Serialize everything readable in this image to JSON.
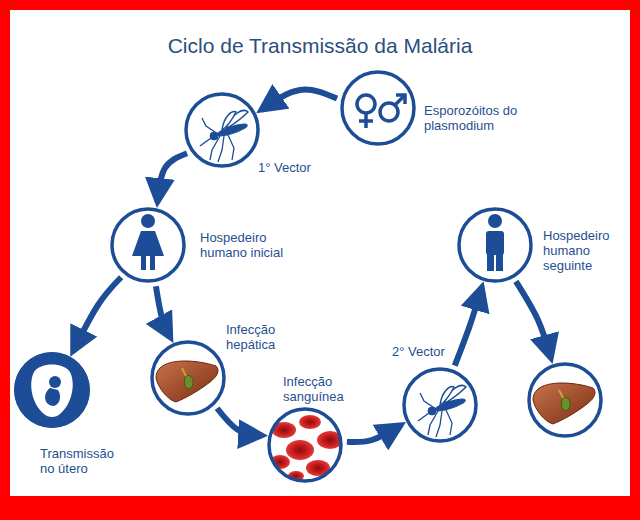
{
  "diagram": {
    "title": "Ciclo de Transmissão da Malária",
    "nodes": [
      {
        "text": [
          "Esporozóitos do plasmodium"
        ]
      },
      {
        "text": [
          "1° Vector"
        ]
      },
      {
        "text": [
          "Hospedeiro humano inicial"
        ]
      },
      {
        "text": [
          "Transmissão no útero"
        ]
      },
      {
        "text": [
          "Infecção hepática"
        ]
      },
      {
        "text": [
          "Infecção sanguínea"
        ]
      },
      {
        "text": [
          "2° Vector"
        ]
      },
      {
        "text": [
          "Hospedeiro humano seguinte"
        ]
      },
      {
        "text": []
      }
    ],
    "edges": [
      {
        "from": 0,
        "to": 1,
        "arrow": "to"
      },
      {
        "from": 1,
        "to": 2,
        "arrow": "to"
      },
      {
        "from": 2,
        "to": 3,
        "arrow": "to"
      },
      {
        "from": 2,
        "to": 4,
        "arrow": "to"
      },
      {
        "from": 4,
        "to": 5,
        "arrow": "to"
      },
      {
        "from": 5,
        "to": 6,
        "arrow": "to"
      },
      {
        "from": 6,
        "to": 7,
        "arrow": "to"
      },
      {
        "from": 7,
        "to": 8,
        "arrow": "to"
      }
    ]
  }
}
